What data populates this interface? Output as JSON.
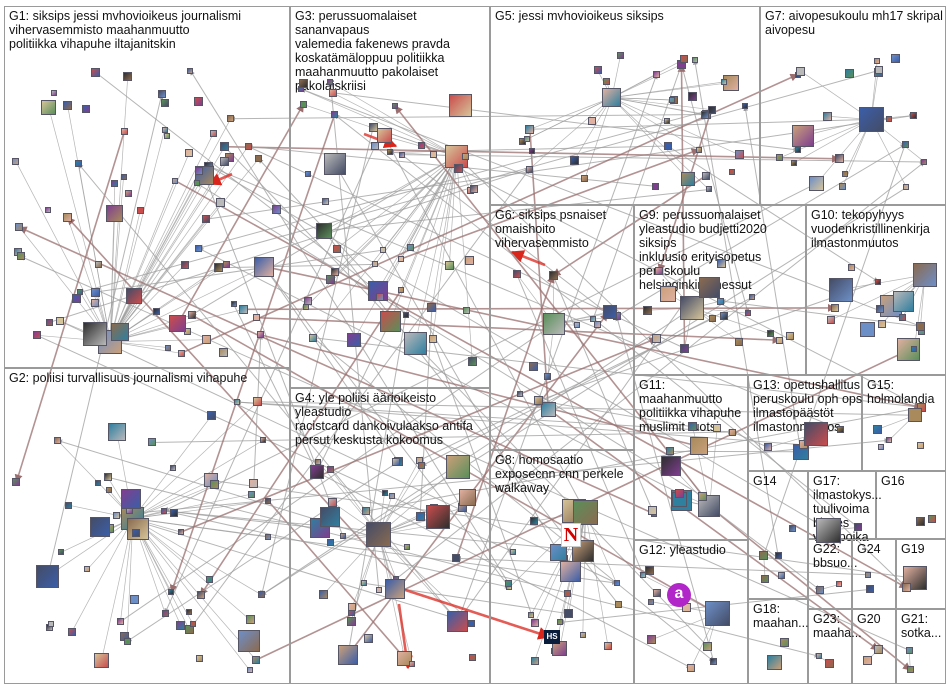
{
  "groups": [
    {
      "id": "G1",
      "label": "G1: siksips jessi mvhovioikeus journalismi vihervasemmisto maahanmuutto politiikka vihapuhe iltajanitskin",
      "label_lines": [
        "G1: siksips jessi mvhovioikeus journalismi",
        "vihervasemmisto maahanmuutto",
        "politiikka vihapuhe iltajanitskin"
      ]
    },
    {
      "id": "G2",
      "label": "G2: poliisi turvallisuus journalismi vihapuhe",
      "label_lines": [
        "G2: poliisi turvallisuus journalismi vihapuhe"
      ]
    },
    {
      "id": "G3",
      "label": "G3: perussuomalaiset sananvapaus valemedia fakenews pravda koskatämäloppuu politiikka maahanmuutto pakolaiset pakolaiskriisi",
      "label_lines": [
        "G3: perussuomalaiset sananvapaus",
        "valemedia fakenews pravda",
        "koskatämäloppuu politiikka",
        "maahanmuutto pakolaiset",
        "pakolaiskriisi"
      ]
    },
    {
      "id": "G4",
      "label": "G4: yle poliisi äärioikeisto yleastudio racistcard dankoivulaakso antifa persut keskusta kokoomus",
      "label_lines": [
        "G4: yle poliisi äärioikeisto yleastudio",
        "racistcard dankoivulaakso antifa",
        "persut keskusta kokoomus"
      ]
    },
    {
      "id": "G5",
      "label": "G5: jessi mvhovioikeus siksips",
      "label_lines": [
        "G5: jessi mvhovioikeus siksips"
      ]
    },
    {
      "id": "G6",
      "label": "G6: siksips psnaiset omaishoito vihervasemmisto",
      "label_lines": [
        "G6: siksips psnaiset",
        "omaishoito",
        "vihervasemmisto"
      ]
    },
    {
      "id": "G7",
      "label": "G7: aivopesukoulu mh17 skripal aivopesu",
      "label_lines": [
        "G7: aivopesukoulu mh17 skripal",
        "aivopesu"
      ]
    },
    {
      "id": "G8",
      "label": "G8: homosaatio exposecnn cnn perkele walkaway",
      "label_lines": [
        "G8: homosaatio",
        "exposecnn cnn perkele",
        "walkaway"
      ]
    },
    {
      "id": "G9",
      "label": "G9: perussuomalaiset yleastudio budjetti2020 siksips inkluusio erityisopetus peruskoulu helsinginkirjamessut",
      "label_lines": [
        "G9: perussuomalaiset",
        "yleastudio budjetti2020 siksips",
        "inkluusio erityisopetus",
        "peruskoulu",
        "helsinginkirjamessut"
      ]
    },
    {
      "id": "G10",
      "label": "G10: tekopyhyys vuodenkristillinenkirja ilmastonmuutos",
      "label_lines": [
        "G10: tekopyhyys",
        "vuodenkristillinenkirja",
        "ilmastonmuutos"
      ]
    },
    {
      "id": "G11",
      "label": "G11: maahanmuutto politiikka vihapuhe muslimit ruotsi",
      "label_lines": [
        "G11: maahanmuutto",
        "politiikka vihapuhe",
        "muslimit ruotsi"
      ]
    },
    {
      "id": "G12",
      "label": "G12: yleastudio",
      "label_lines": [
        "G12: yleastudio"
      ]
    },
    {
      "id": "G13",
      "label": "G13: opetushallitus peruskoulu oph ops ilmastopäästöt ilmastonmuutos",
      "label_lines": [
        "G13: opetushallitus",
        "peruskoulu oph ops",
        "ilmastopäästöt",
        "ilmastonmuutos"
      ]
    },
    {
      "id": "G14",
      "label": "G14",
      "label_lines": [
        "G14"
      ]
    },
    {
      "id": "G15",
      "label": "G15: holmolandia",
      "label_lines": [
        "G15: holmolandia"
      ]
    },
    {
      "id": "G16",
      "label": "G16",
      "label_lines": [
        "G16"
      ]
    },
    {
      "id": "G17",
      "label": "G17: ilmastokys... tuulivoima bisnes vavypoika",
      "label_lines": [
        "G17:",
        "ilmastokys...",
        "tuulivoima",
        "bisnes",
        "vavypoika"
      ]
    },
    {
      "id": "G18",
      "label": "G18: maahan...",
      "label_lines": [
        "G18:",
        "maahan..."
      ]
    },
    {
      "id": "G19",
      "label": "G19",
      "label_lines": [
        "G19"
      ]
    },
    {
      "id": "G20",
      "label": "G20",
      "label_lines": [
        "G20"
      ]
    },
    {
      "id": "G21",
      "label": "G21: sotka...",
      "label_lines": [
        "G21:",
        "sotka..."
      ]
    },
    {
      "id": "G22",
      "label": "G22: bbsuo...",
      "label_lines": [
        "G22:",
        "bbsuo..."
      ]
    },
    {
      "id": "G23",
      "label": "G23: maaha...",
      "label_lines": [
        "G23:",
        "maaha..."
      ]
    },
    {
      "id": "G24",
      "label": "G24",
      "label_lines": [
        "G24"
      ]
    }
  ],
  "colors": {
    "edge_grey": "#9c9c9c",
    "edge_brown": "#9a6e6e",
    "edge_red": "#d9261c",
    "box_border": "#9a9a9a"
  },
  "logos": {
    "hs": "HS",
    "a": "a",
    "n": "N"
  },
  "icons": [
    "twitter-avatar-icon",
    "hs-logo-icon",
    "yle-areena-logo-icon",
    "netflix-logo-icon"
  ]
}
